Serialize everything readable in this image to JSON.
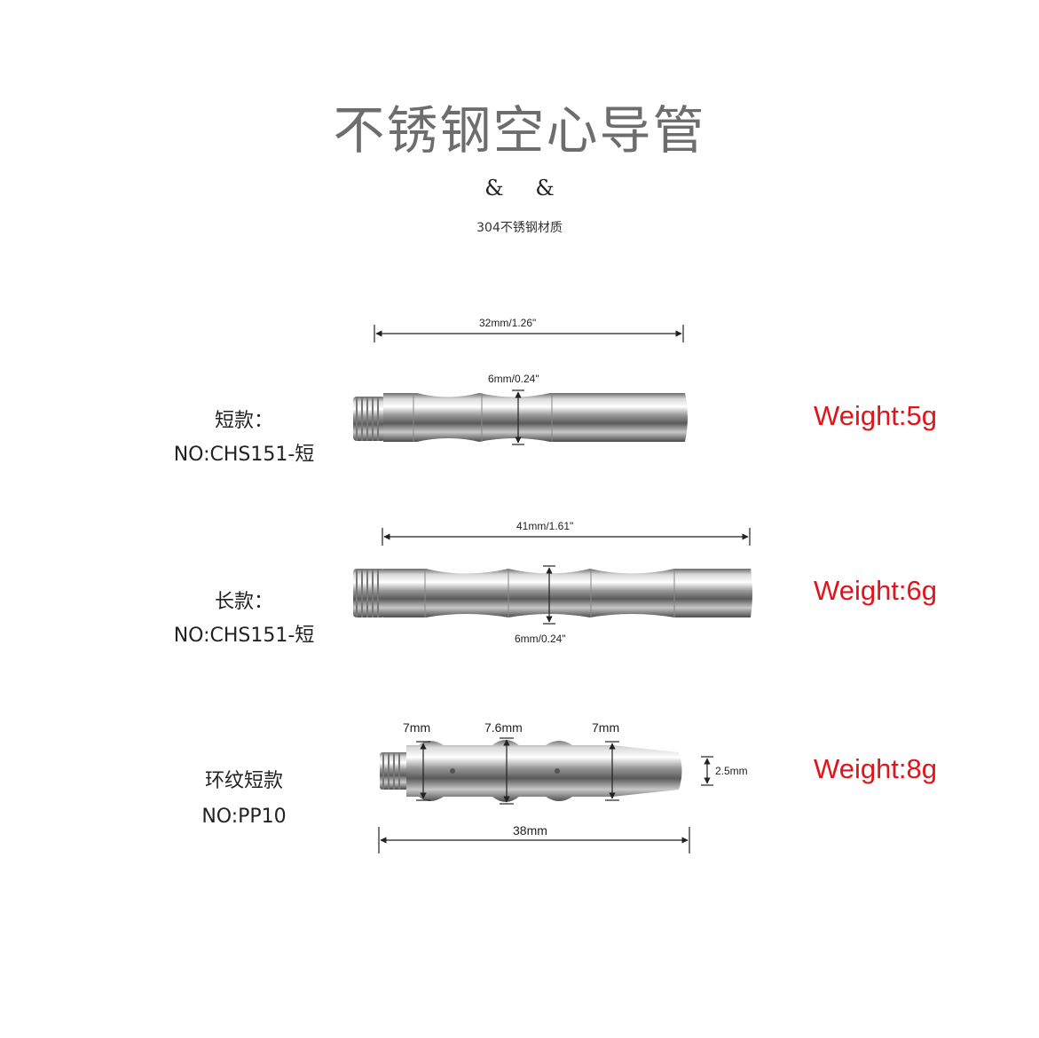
{
  "header": {
    "title": "不锈钢空心导管",
    "amp_left": "&",
    "amp_right": "&",
    "material": "304不锈钢材质"
  },
  "products": [
    {
      "label_line1": "短款：",
      "label_line2": "NO:CHS151-短",
      "weight": "Weight:5g",
      "length_dim": "32mm/1.26\"",
      "diameter_dim": "6mm/0.24\""
    },
    {
      "label_line1": "长款：",
      "label_line2": "NO:CHS151-短",
      "weight": "Weight:6g",
      "length_dim": "41mm/1.61\"",
      "diameter_dim": "6mm/0.24\""
    },
    {
      "label_line1": "环纹短款",
      "label_line2": "NO:PP10",
      "weight": "Weight:8g",
      "length_dim": "38mm",
      "dim_left": "7mm",
      "dim_mid": "7.6mm",
      "dim_right": "7mm",
      "dim_tip": "2.5mm"
    }
  ],
  "colors": {
    "title": "#6d6d6d",
    "weight": "#e0141b"
  }
}
